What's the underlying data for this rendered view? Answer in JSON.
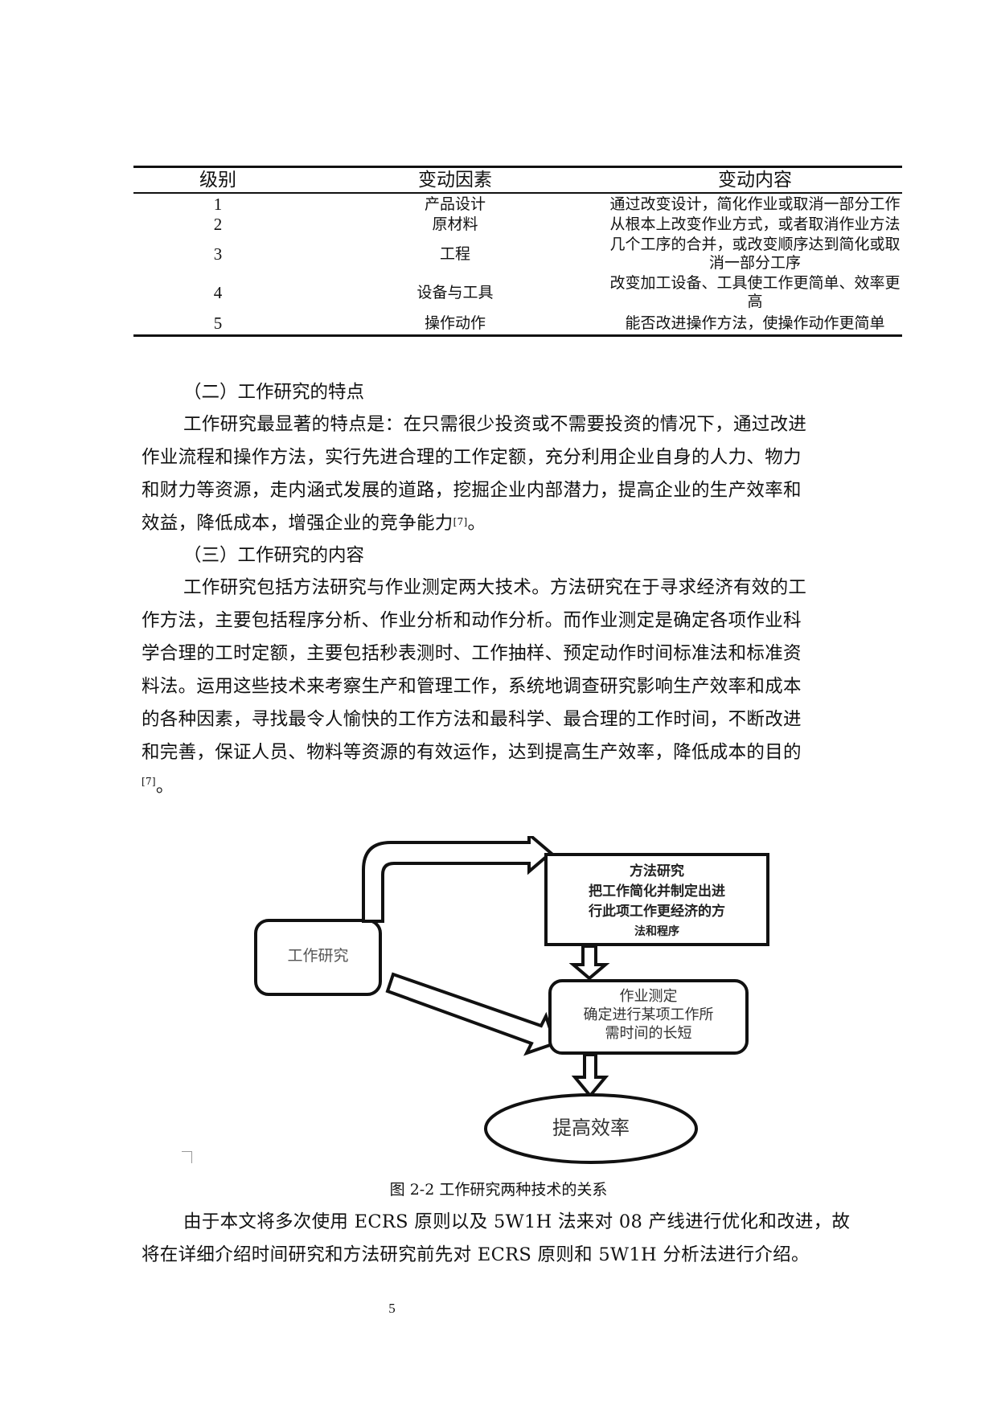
{
  "table": {
    "headers": [
      "级别",
      "变动因素",
      "变动内容"
    ],
    "rows": [
      {
        "level": "1",
        "factor": "产品设计",
        "content": [
          "通过改变设计，简化作业或取消一部分工作"
        ]
      },
      {
        "level": "2",
        "factor": "原材料",
        "content": [
          "从根本上改变作业方式，或者取消作业方法"
        ]
      },
      {
        "level": "3",
        "factor": "工程",
        "content": [
          "几个工序的合并，或改变顺序达到简化或取",
          "消一部分工序"
        ]
      },
      {
        "level": "4",
        "factor": "设备与工具",
        "content": [
          "改变加工设备、工具使工作更简单、效率更",
          "高"
        ]
      },
      {
        "level": "5",
        "factor": "操作动作",
        "content": [
          "能否改进操作方法，使操作动作更简单"
        ]
      }
    ]
  },
  "section2": {
    "heading": "（二）工作研究的特点",
    "lines": [
      "工作研究最显著的特点是：在只需很少投资或不需要投资的情况下，通过改进",
      "作业流程和操作方法，实行先进合理的工作定额，充分利用企业自身的人力、物力",
      "和财力等资源，走内涵式发展的道路，挖掘企业内部潜力，提高企业的生产效率和",
      "效益，降低成本，增强企业的竞争能力"
    ],
    "citation": "[7]",
    "end": "。"
  },
  "section3": {
    "heading": "（三）工作研究的内容",
    "lines": [
      "工作研究包括方法研究与作业测定两大技术。方法研究在于寻求经济有效的工",
      "作方法，主要包括程序分析、作业分析和动作分析。而作业测定是确定各项作业科",
      "学合理的工时定额，主要包括秒表测时、工作抽样、预定动作时间标准法和标准资",
      "料法。运用这些技术来考察生产和管理工作，系统地调查研究影响生产效率和成本",
      "的各种因素，寻找最令人愉快的工作方法和最科学、最合理的工作时间，不断改进",
      "和完善，保证人员、物料等资源的有效运作，达到提高生产效率，降低成本的目的"
    ],
    "citation": "[7]",
    "end": "。"
  },
  "diagram": {
    "work_study": "工作研究",
    "method_study": [
      "方法研究",
      "把工作简化并制定出进",
      "行此项工作更经济的方",
      "法和程序"
    ],
    "work_measurement": [
      "作业测定",
      "确定进行某项工作所",
      "需时间的长短"
    ],
    "result": "提高效率"
  },
  "caption": "图 2-2 工作研究两种技术的关系",
  "closing": {
    "lines": [
      "由于本文将多次使用 ECRS 原则以及 5W1H 法来对 08 产线进行优化和改进，故",
      "将在详细介绍时间研究和方法研究前先对 ECRS 原则和 5W1H 分析法进行介绍。"
    ]
  },
  "page_number": "5"
}
